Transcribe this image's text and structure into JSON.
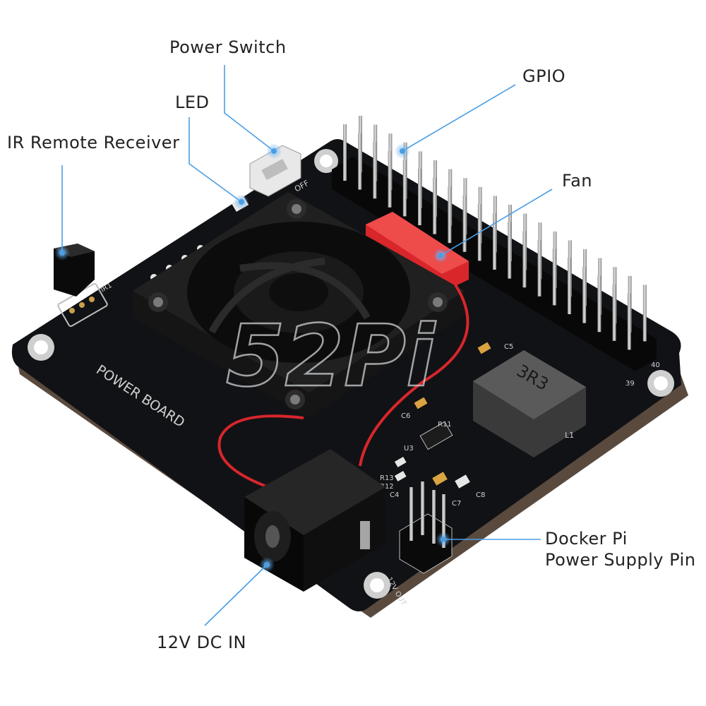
{
  "labels": {
    "power_switch": "Power Switch",
    "led": "LED",
    "ir_receiver": "IR Remote Receiver",
    "gpio": "GPIO",
    "fan": "Fan",
    "docker_line1": "Docker Pi",
    "docker_line2": "Power Supply Pin",
    "dc_in": "12V DC IN"
  },
  "board": {
    "silkscreen": "POWER BOARD",
    "watermark": "52Pi",
    "inductor_code": "3R3",
    "pin_labels": [
      "40",
      "39",
      "IR1",
      "L1",
      "U3",
      "R11",
      "R12",
      "R13",
      "C4",
      "C5",
      "C6",
      "C7",
      "C8",
      "12V OUT",
      "OFF"
    ]
  },
  "colors": {
    "board": "#111215",
    "callout": "#4a9ee6",
    "connector": "#d8262b",
    "header_pin": "#b9b9b9",
    "inductor": "#4a4a4a",
    "label_text": "#222222"
  }
}
